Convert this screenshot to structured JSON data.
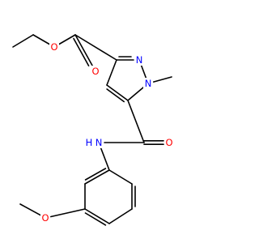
{
  "molecule": {
    "atoms": {
      "ester_o_alkyl": "O",
      "ester_o_carbonyl": "O",
      "ring_n2": "N",
      "ring_n1": "N",
      "amide_nh": "H",
      "amide_n": "N",
      "amide_o": "O",
      "methoxy_o": "O"
    },
    "colors": {
      "O": "#ff0000",
      "N": "#0000ff",
      "H": "#0000ff",
      "bond": "#000000",
      "background": "#ffffff"
    }
  }
}
